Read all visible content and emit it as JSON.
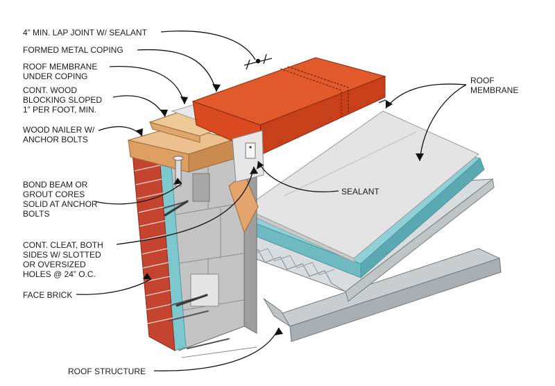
{
  "callouts": {
    "lap_joint": "4” MIN. LAP JOINT W/ SEALANT",
    "formed_coping": "FORMED METAL COPING",
    "membrane_under_coping": [
      "ROOF MEMBRANE",
      "UNDER COPING"
    ],
    "wood_blocking": [
      "CONT. WOOD",
      "BLOCKING SLOPED",
      "1” PER FOOT, MIN."
    ],
    "wood_nailer": [
      "WOOD NAILER W/",
      "ANCHOR BOLTS"
    ],
    "bond_beam": [
      "BOND BEAM OR",
      "GROUT CORES",
      "SOLID AT ANCHOR",
      "BOLTS"
    ],
    "cont_cleat": [
      "CONT. CLEAT, BOTH",
      "SIDES W/ SLOTTED",
      "OR OVERSIZED",
      "HOLES @ 24” O.C."
    ],
    "face_brick": "FACE BRICK",
    "roof_structure": "ROOF STRUCTURE",
    "roof_membrane": [
      "ROOF",
      "MEMBRANE"
    ],
    "sealant": "SEALANT"
  },
  "colors": {
    "coping": "#d2451c",
    "coping_dark": "#a8310f",
    "coping_top": "#e15a2c",
    "wood": "#e0a46a",
    "wood_light": "#ecc08e",
    "brick": "#c4442f",
    "mortar": "#ead8cc",
    "cmu": "#b9b9b9",
    "insulation": "#7dc7cf",
    "membrane": "#dcdcdc",
    "deck": "#cfd3d6"
  }
}
